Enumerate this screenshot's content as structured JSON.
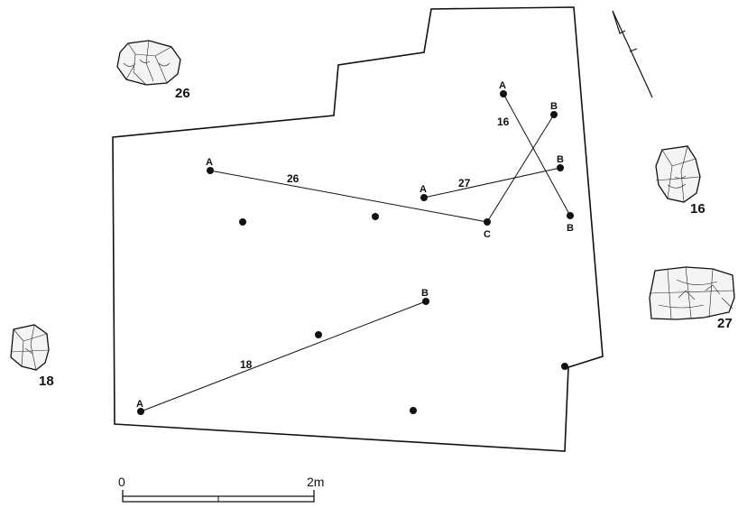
{
  "plan": {
    "refit_lines": [
      {
        "id": "26",
        "label": "26",
        "endpoint_labels": [
          "A",
          "C"
        ]
      },
      {
        "id": "27",
        "label": "27",
        "endpoint_labels": [
          "A",
          "B"
        ]
      },
      {
        "id": "16",
        "label": "16",
        "endpoint_labels": [
          "A",
          "B"
        ]
      },
      {
        "id": "18",
        "label": "18",
        "endpoint_labels": [
          "A",
          "B"
        ]
      },
      {
        "id": "b-c",
        "label": "",
        "endpoint_labels": [
          "B",
          ""
        ]
      }
    ]
  },
  "artifacts": [
    {
      "id": "26",
      "label": "26"
    },
    {
      "id": "16",
      "label": "16"
    },
    {
      "id": "27",
      "label": "27"
    },
    {
      "id": "18",
      "label": "18"
    }
  ],
  "scale_bar": {
    "start_label": "0",
    "end_label": "2m"
  },
  "colors": {
    "ink": "#111111",
    "background": "#ffffff"
  }
}
